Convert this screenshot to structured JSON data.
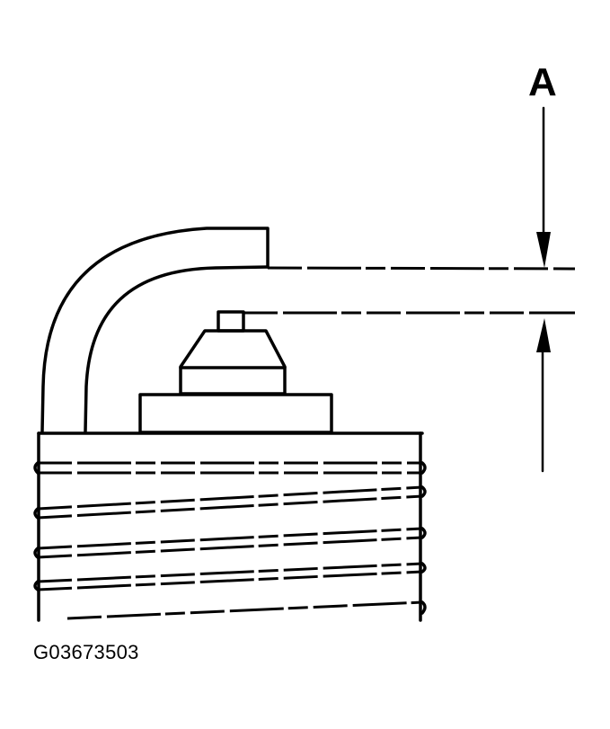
{
  "diagram": {
    "subject": "spark plug electrode gap",
    "dimension_label": "A",
    "figure_id": "G03673503",
    "colors": {
      "line": "#000000",
      "background": "#ffffff"
    }
  }
}
